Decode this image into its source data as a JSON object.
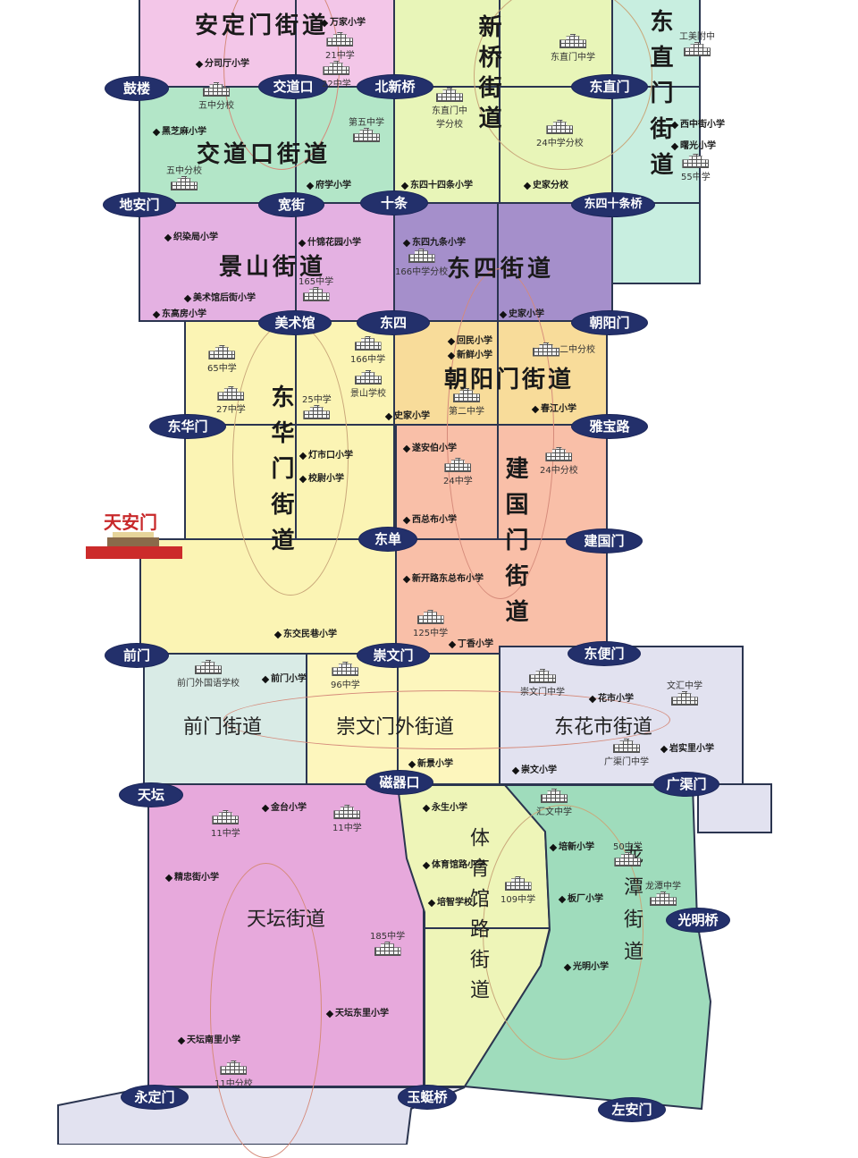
{
  "map": {
    "landmark": {
      "label": "天安门",
      "icon": "tiananmen-gate-icon"
    },
    "districts": [
      {
        "name": "安定门街道",
        "color": "#f3c6e8"
      },
      {
        "name": "交道口街道",
        "color": "#b3e6c8"
      },
      {
        "name": "新桥街道",
        "color": "#e8f5b8"
      },
      {
        "name": "东直门街道",
        "color": "#c8eee0"
      },
      {
        "name": "景山街道",
        "color": "#e4b1e2"
      },
      {
        "name": "东四街道",
        "color": "#a58fcb"
      },
      {
        "name": "朝阳门街道",
        "color": "#f8dc9a"
      },
      {
        "name": "东华门街道",
        "color": "#fbf4b4"
      },
      {
        "name": "建国门街道",
        "color": "#f9bfa8"
      },
      {
        "name": "前门街道",
        "color": "#d9ebe6"
      },
      {
        "name": "崇文门外街道",
        "color": "#fdf6bd"
      },
      {
        "name": "东花市街道",
        "color": "#e2e2f0"
      },
      {
        "name": "天坛街道",
        "color": "#e7a9dc"
      },
      {
        "name": "体育馆路街道",
        "color": "#eef5b8"
      },
      {
        "name": "龙潭街道",
        "color": "#9fdcbc"
      }
    ],
    "nodes": [
      "鼓楼",
      "交道口",
      "北新桥",
      "东直门",
      "地安门",
      "宽街",
      "十条",
      "东四十条桥",
      "美术馆",
      "东四",
      "朝阳门",
      "东华门",
      "雅宝路",
      "东单",
      "建国门",
      "前门",
      "崇文门",
      "东便门",
      "天坛",
      "磁器口",
      "广渠门",
      "光明桥",
      "永定门",
      "玉蜓桥",
      "左安门"
    ],
    "primary_schools": [
      "万家小学",
      "分司厅小学",
      "黑芝麻小学",
      "府学小学",
      "东四十四条小学",
      "史家分校",
      "西中街小学",
      "曙光小学",
      "织染局小学",
      "什锦花园小学",
      "美术馆后街小学",
      "东高房小学",
      "东四九条小学",
      "史家小学",
      "回民小学",
      "新鲜小学",
      "春江小学",
      "史家小学",
      "灯市口小学",
      "校尉小学",
      "遂安伯小学",
      "西总布小学",
      "新开路东总布小学",
      "丁香小学",
      "东交民巷小学",
      "前门小学",
      "新景小学",
      "花市小学",
      "崇文小学",
      "光明小学",
      "金台小学",
      "精忠街小学",
      "天坛东里小学",
      "天坛南里小学",
      "永生小学",
      "体育馆路小学",
      "培智学校",
      "培新小学",
      "板厂小学",
      "岩实里小学"
    ],
    "middle_schools": [
      "21中学",
      "22中学",
      "五中分校",
      "五中分校",
      "第五中学",
      "东直门中学",
      "工美附中",
      "东直门中学分校",
      "24中学分校",
      "55中学",
      "165中学",
      "166中学分校",
      "二中分校",
      "第二中学",
      "65中学",
      "27中学",
      "166中学",
      "景山学校",
      "25中学",
      "24中学",
      "24中分校",
      "125中学",
      "前门外国语学校",
      "96中学",
      "崇文门中学",
      "文汇中学",
      "广渠门中学",
      "11中学",
      "11中学",
      "185中学",
      "11中分校",
      "汇文中学",
      "50中学",
      "109中学",
      "龙潭中学"
    ]
  }
}
